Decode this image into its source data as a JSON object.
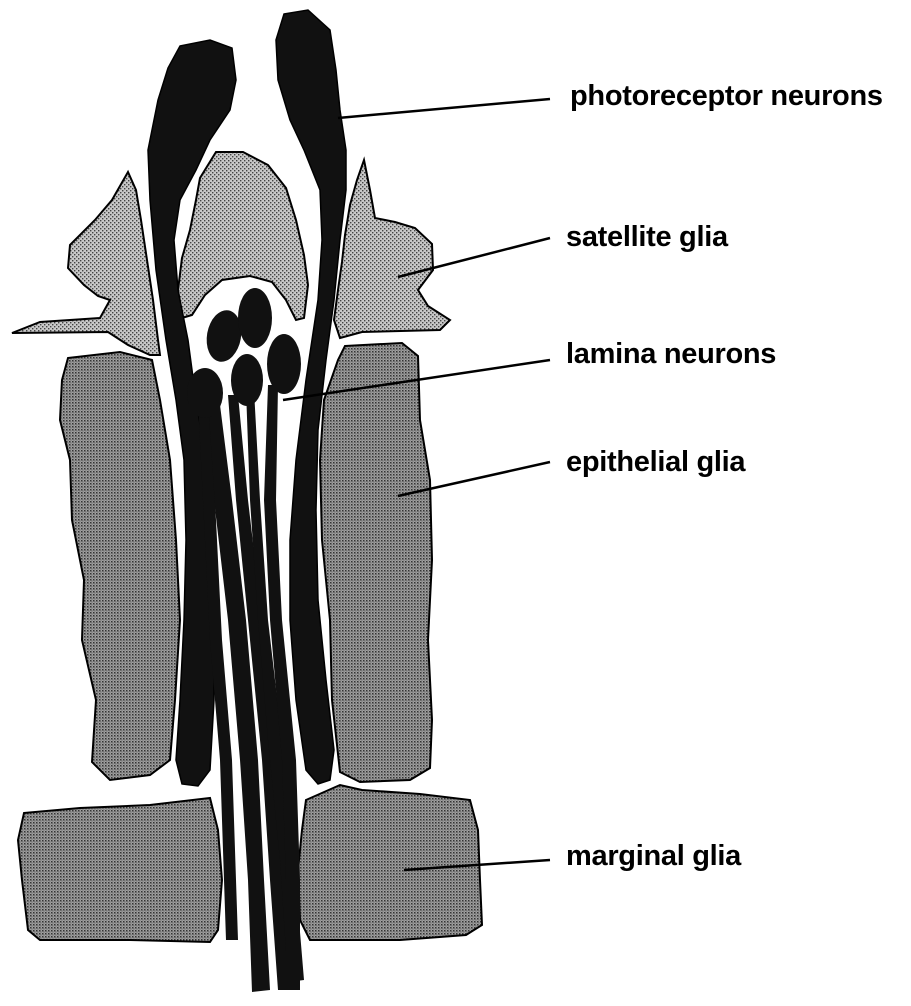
{
  "diagram": {
    "labels": {
      "photoreceptor": "photoreceptor neurons",
      "satellite": "satellite glia",
      "lamina": "lamina neurons",
      "epithelial": "epithelial glia",
      "marginal": "marginal glia"
    }
  },
  "colors": {
    "neuron_fill": "#111111",
    "glia_light_fill": "#b4b4b4",
    "glia_dark_fill": "#8e8e8e",
    "outline": "#000000"
  }
}
